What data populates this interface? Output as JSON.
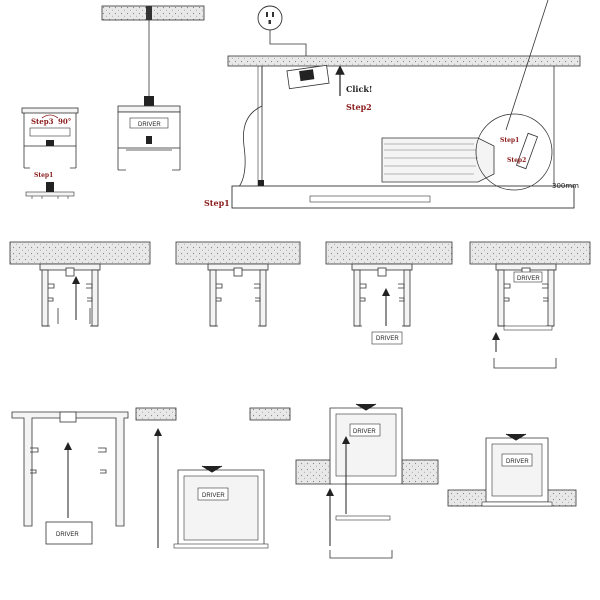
{
  "labels": {
    "step1": "Step1",
    "step2": "Step2",
    "step3": "Step3",
    "angle": "90°",
    "click": "Click!",
    "driver": "DRIVER",
    "distance": "300mm"
  },
  "colors": {
    "line": "#333333",
    "fill": "#f4f4f4",
    "concrete": "#e6e6e6",
    "step_label": "#8b1a1a"
  },
  "icons": [
    "power-plug-icon",
    "clamp-icon",
    "arrow-up-icon",
    "rotate-arrow-icon"
  ]
}
